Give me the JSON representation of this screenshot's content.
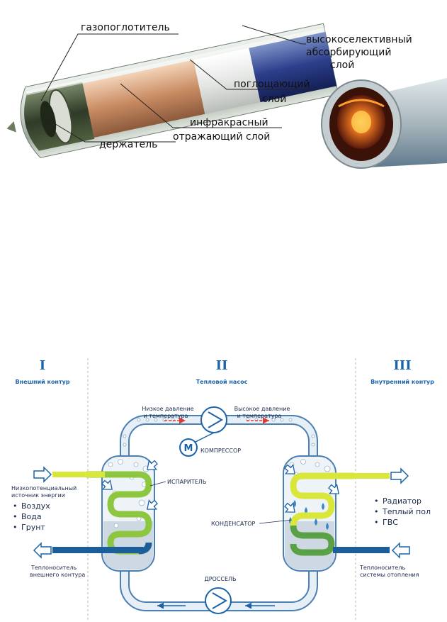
{
  "solar_tube": {
    "labels": {
      "getter": "газопоглотитель",
      "selective_line1": "высокоселективный",
      "selective_line2": "абсорбирующий",
      "selective_line3": "слой",
      "absorbing_line1": "поглощающий",
      "absorbing_line2": "слой",
      "infrared_line1": "инфракрасный",
      "infrared_line2": "отражающий слой",
      "holder": "держатель"
    }
  },
  "heat_pump": {
    "sections": {
      "one_numeral": "I",
      "one_title": "Внешний контур",
      "two_numeral": "II",
      "two_title": "Тепловой насос",
      "three_numeral": "III",
      "three_title": "Внутренний контур"
    },
    "left": {
      "source_line1": "Низкопотенциальный",
      "source_line2": "источник энергии",
      "items": [
        "Воздух",
        "Вода",
        "Грунт"
      ],
      "carrier_line1": "Теплоноситель",
      "carrier_line2": "внешнего контура"
    },
    "right": {
      "items": [
        "Радиатор",
        "Теплый пол",
        "ГВС"
      ],
      "carrier_line1": "Теплоноситель",
      "carrier_line2": "системы отопления"
    },
    "low_pressure_line1": "Низкое давление",
    "low_pressure_line2": "и температура",
    "high_pressure_line1": "Высокое давление",
    "high_pressure_line2": "и температура",
    "motor_letter": "M",
    "compressor": "КОМПРЕССОР",
    "evaporator": "ИСПАРИТЕЛЬ",
    "condenser": "КОНДЕНСАТОР",
    "throttle": "ДРОССЕЛЬ",
    "colors": {
      "accent_blue": "#1a63a8",
      "warm_pipe": "#d9e63a",
      "cold_pipe": "#1c5e9a",
      "coil_green": "#8dc63f",
      "arrow_red": "#e23c2d"
    }
  }
}
